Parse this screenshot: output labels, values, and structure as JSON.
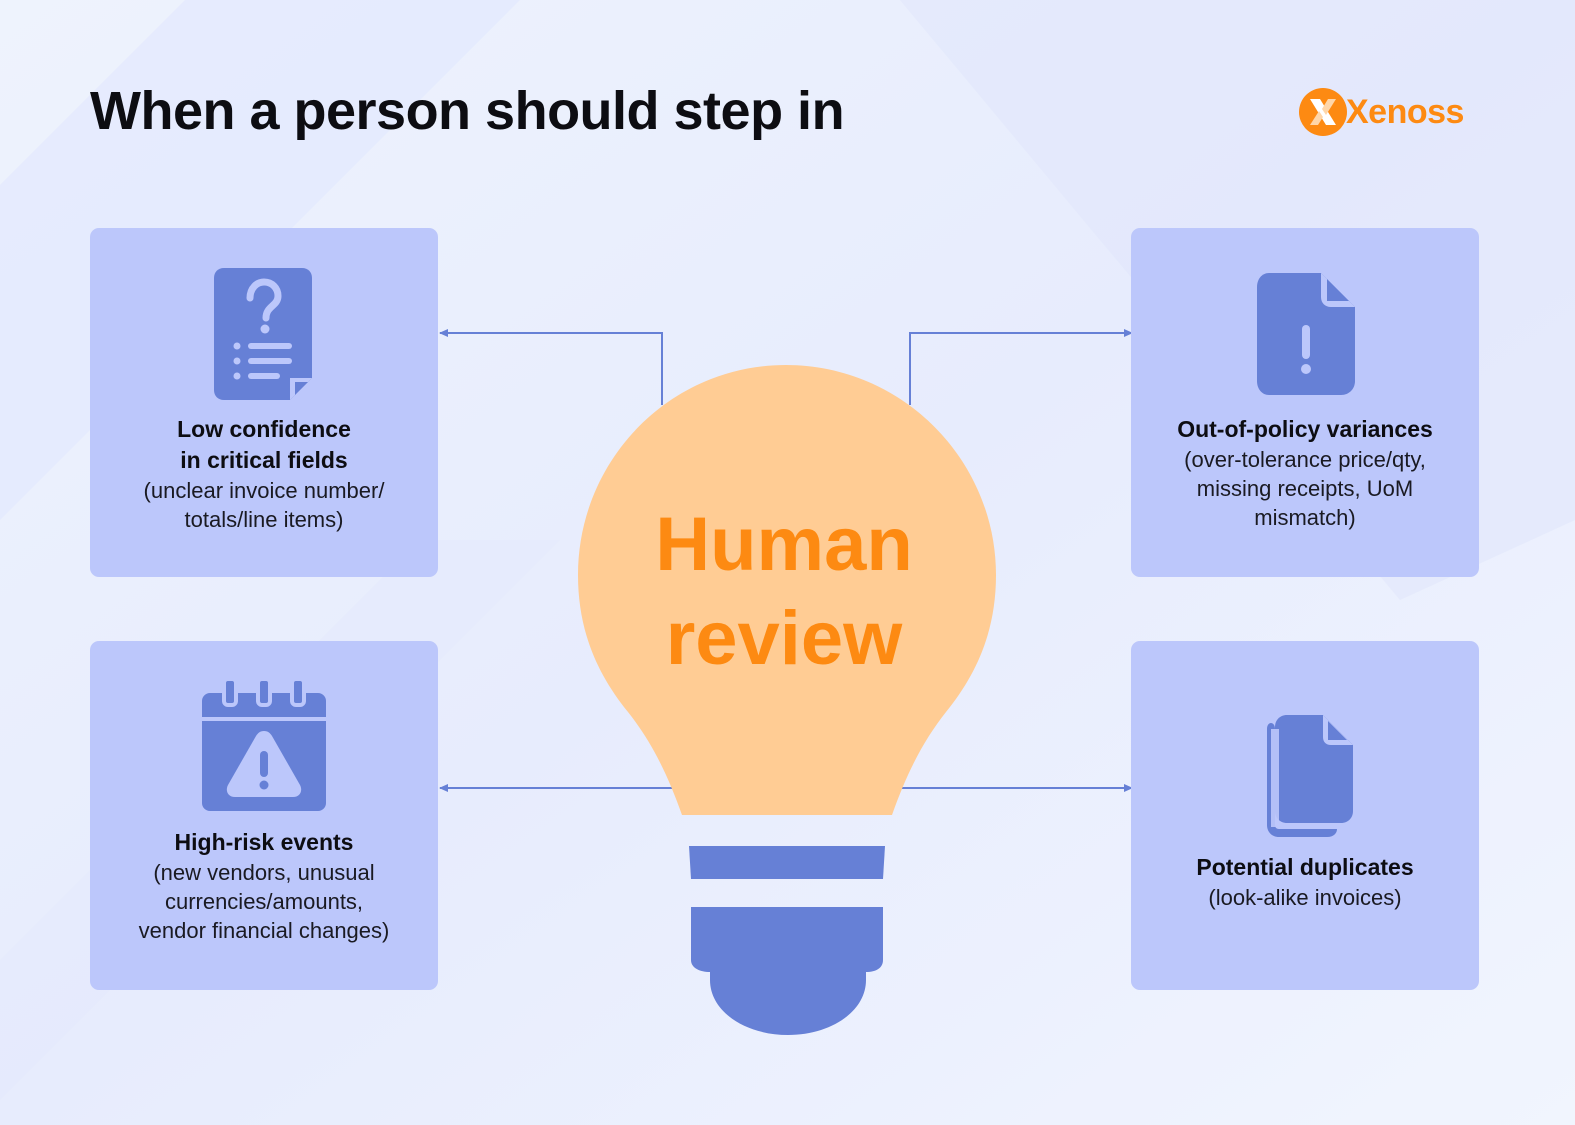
{
  "title": "When a person should step in",
  "logo": {
    "text": "Xenoss",
    "mark_icon": "xenoss-logo-mark"
  },
  "center": {
    "line1": "Human",
    "line2": "review",
    "icon": "lightbulb-icon"
  },
  "cards": [
    {
      "icon": "document-question-icon",
      "title_lines": [
        "Low confidence",
        "in critical fields"
      ],
      "desc_lines": [
        "(unclear invoice number/",
        "totals/line items)"
      ]
    },
    {
      "icon": "document-alert-icon",
      "title_lines": [
        "Out-of-policy variances"
      ],
      "desc_lines": [
        "(over-tolerance price/qty,",
        "missing receipts, UoM",
        "mismatch)"
      ]
    },
    {
      "icon": "calendar-warning-icon",
      "title_lines": [
        "High-risk events"
      ],
      "desc_lines": [
        "(new vendors, unusual",
        "currencies/amounts,",
        "vendor financial changes)"
      ]
    },
    {
      "icon": "duplicate-documents-icon",
      "title_lines": [
        "Potential duplicates"
      ],
      "desc_lines": [
        "(look-alike invoices)"
      ]
    }
  ],
  "colors": {
    "accent_orange": "#fd8a12",
    "bulb_fill": "#ffcc94",
    "card_bg": "#bcc7fb",
    "icon_blue": "#6680d6",
    "connector": "#6680d6",
    "title_text": "#0d0d12"
  }
}
